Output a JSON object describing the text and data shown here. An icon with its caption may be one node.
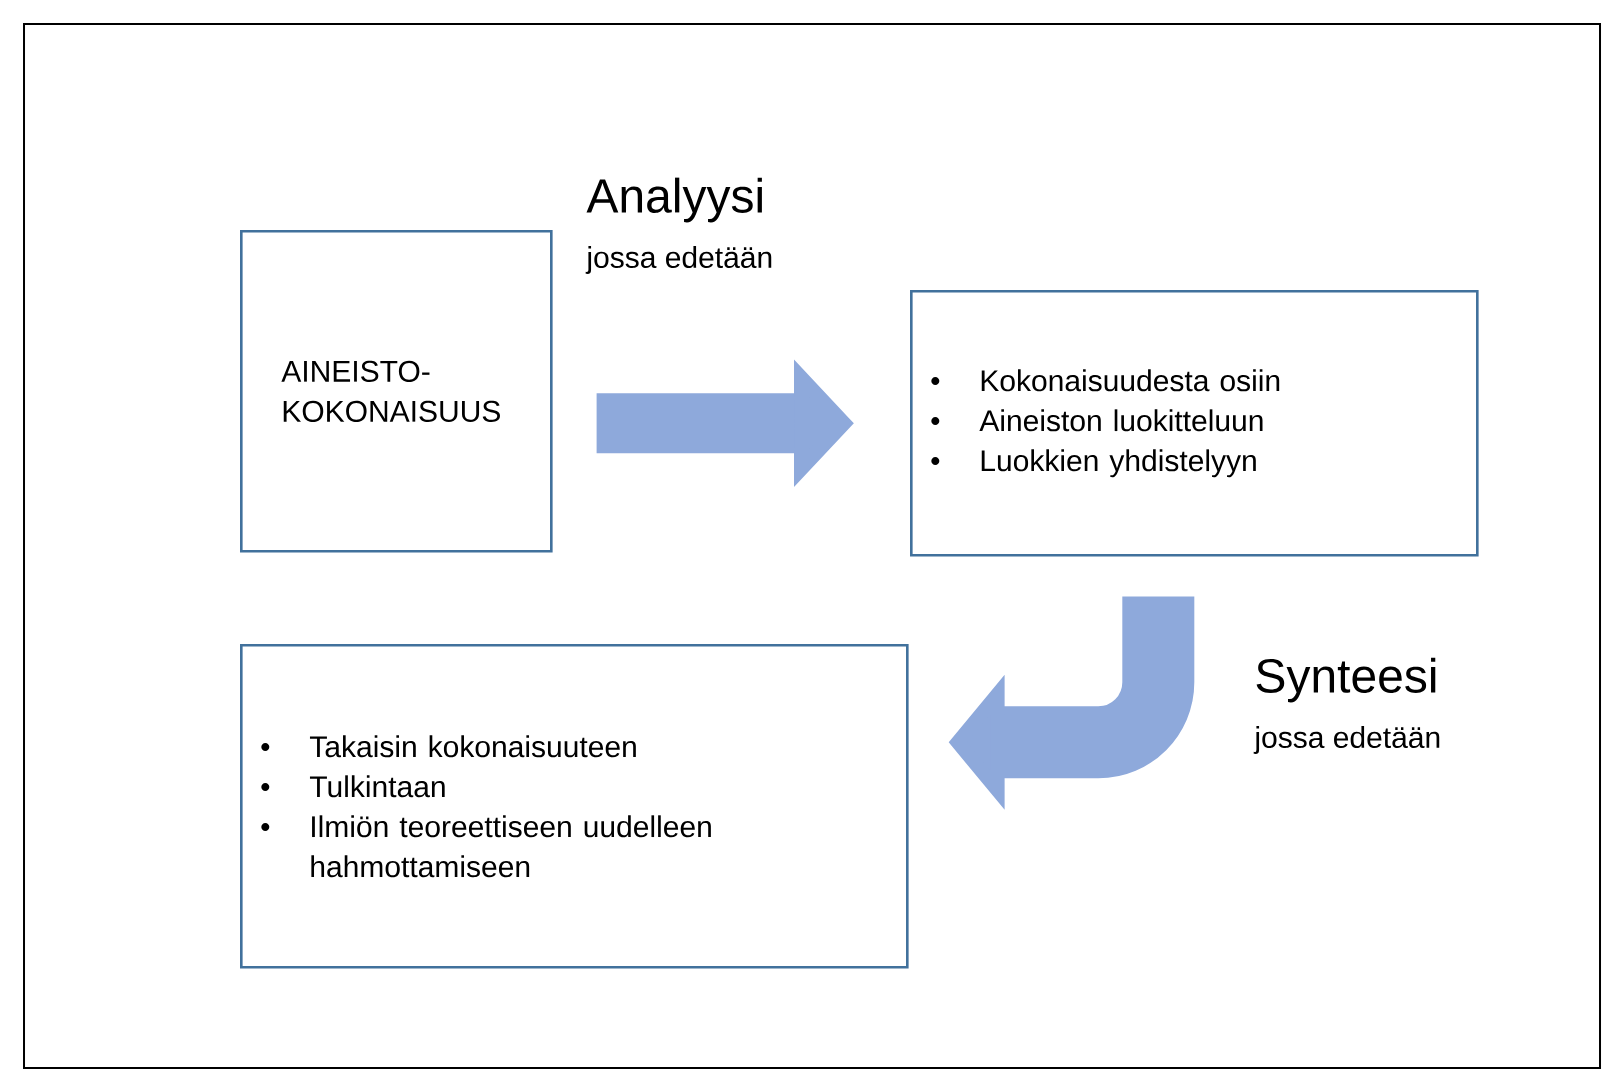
{
  "diagram": {
    "nodes": [
      {
        "text": [
          "AINEISTO- KOKONAISUUS"
        ]
      },
      {
        "text": [
          "Kokonaisuudesta osiin",
          "Aineiston luokitteluun",
          "Luokkien yhdistelyyn"
        ]
      },
      {
        "text": [
          "Takaisin kokonaisuuteen",
          "Tulkintaan",
          "Ilmiön teoreettiseen uudelleen hahmottamiseen"
        ]
      }
    ],
    "edges": [
      {
        "from": 0,
        "to": 1,
        "arrow": "to"
      },
      {
        "from": 1,
        "to": 2,
        "arrow": "to"
      }
    ],
    "labels": [
      "Analyysi",
      "jossa edetään",
      "Synteesi",
      "jossa edetään"
    ]
  }
}
